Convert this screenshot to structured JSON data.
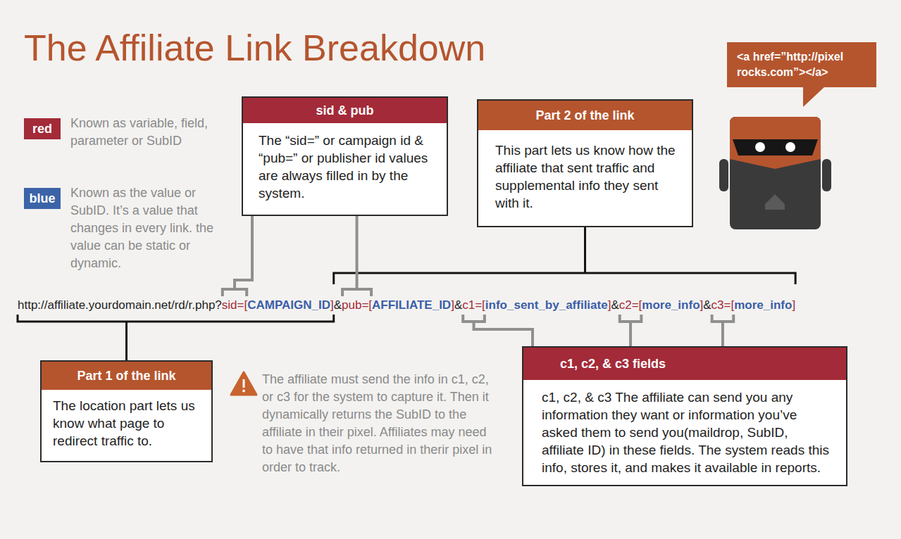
{
  "diagram": {
    "title": "The Affiliate Link Breakdown",
    "nodes": [
      {
        "text": [
          "sid & pub",
          "The “sid=” or campaign id & “pub=” or publisher id values are always filled in by the system."
        ]
      },
      {
        "text": [
          "Part 2 of the link",
          "This part lets us know how the affiliate that sent traffic and supplemental info they sent with it."
        ]
      },
      {
        "text": [
          "<a href=”http://pixel rocks.com”></a>"
        ]
      },
      {
        "text": [
          "Part 1 of the link",
          "The location part lets us know what page to redirect traffic to."
        ]
      },
      {
        "text": [
          "c1, c2, & c3 fields",
          "c1, c2, & c3 The affiliate can send you any information they want or information you’ve asked them to send you(maildrop, SubID, affiliate ID) in these fields. The system reads this info, stores it, and makes it available in reports."
        ]
      }
    ],
    "labels": [
      "red",
      "blue",
      "http://affiliate.yourdomain.net/rd/r.php?",
      "sid=[",
      "CAMPAIGN_ID",
      "]",
      "&",
      "pub=[",
      "AFFILIATE_ID",
      "]",
      "&",
      "c1=[",
      "info_sent_by_affiliate",
      "]",
      "&",
      "c2=[",
      "more_info",
      "]",
      "&",
      "c3=[",
      "more_info",
      "]",
      "The affiliate must send the info in c1, c2, or c3 for the system to capture it. Then it dynamically returns the SubID to the affiliate in their pixel. Affiliates may need to have that info returned in therir pixel in order to track."
    ],
    "legend": [
      {
        "text": "Known as variable, field, parameter or SubID",
        "color": "#a32a38"
      },
      {
        "text": "Known as the value or SubID. It’s a value that changes in every link. the value can be static or dynamic.",
        "color": "#3b63a8"
      }
    ]
  }
}
